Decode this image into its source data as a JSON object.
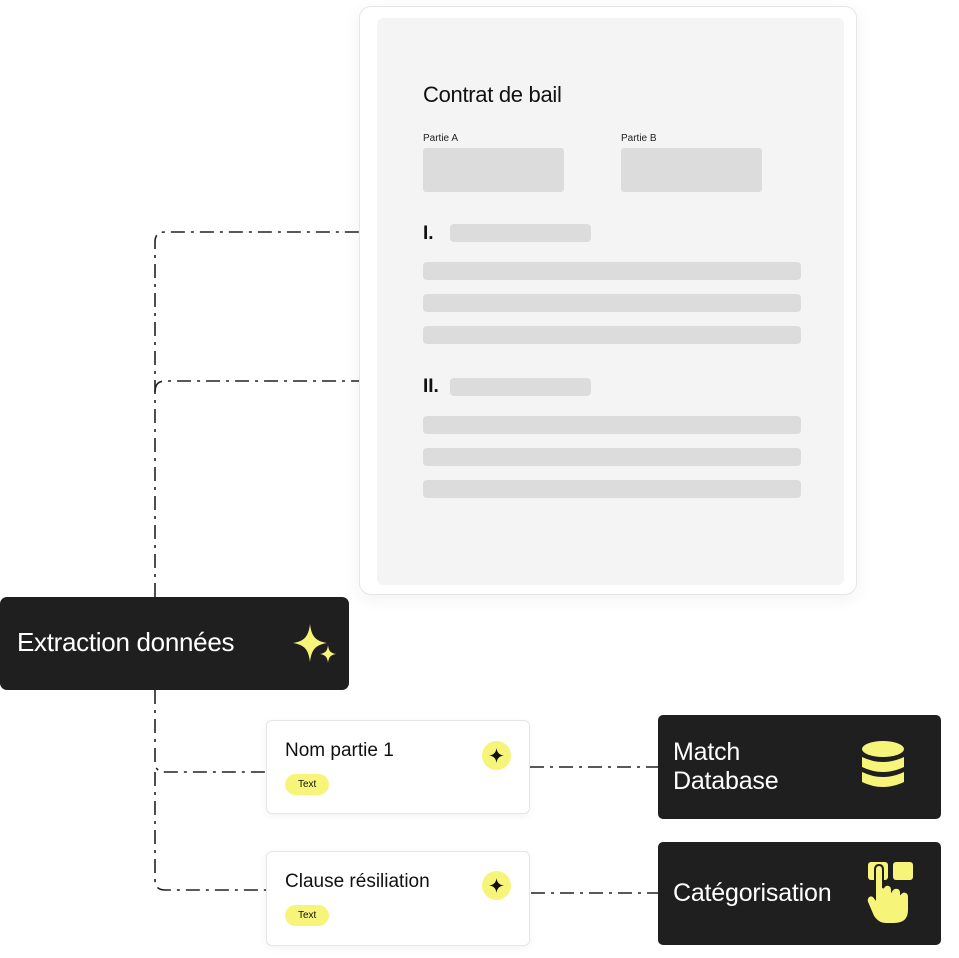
{
  "document": {
    "title": "Contrat de bail",
    "party_a_label": "Partie A",
    "party_b_label": "Partie B",
    "sections": [
      "I.",
      "II."
    ]
  },
  "extraction": {
    "title": "Extraction données",
    "icon": "sparkles-icon"
  },
  "fields": [
    {
      "title": "Nom partie 1",
      "tag": "Text",
      "icon": "sparkle-icon"
    },
    {
      "title": "Clause résiliation",
      "tag": "Text",
      "icon": "sparkle-icon"
    }
  ],
  "actions": [
    {
      "label_line1": "Match",
      "label_line2": "Database",
      "icon": "database-icon"
    },
    {
      "label": "Catégorisation",
      "icon": "hand-pointer-icon"
    }
  ],
  "colors": {
    "accent_yellow": "#f7f47a",
    "dark_box": "#1f1f1f",
    "placeholder_gray": "#dcdcdc",
    "connector": "#222222"
  }
}
